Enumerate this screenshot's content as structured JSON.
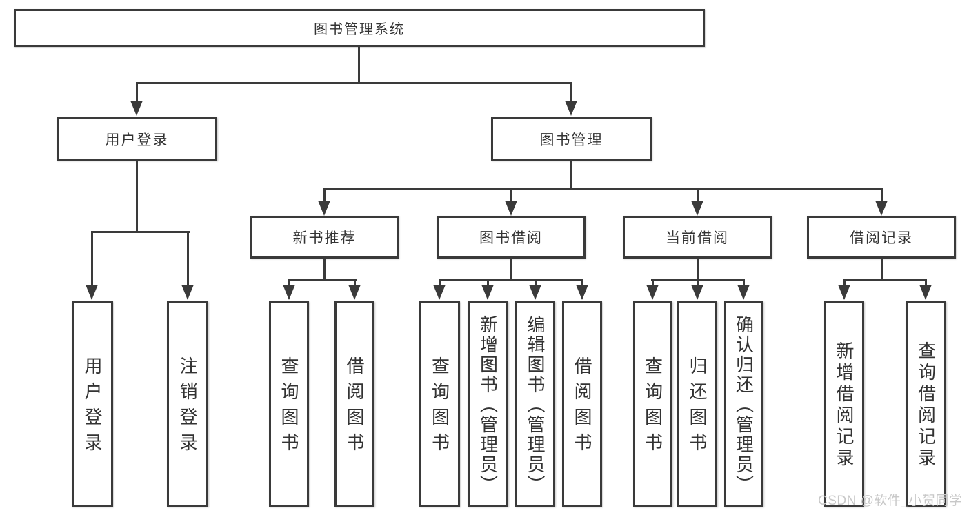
{
  "nodes": {
    "root": "图书管理系统",
    "user_login": "用户登录",
    "book_mgmt": "图书管理",
    "new_book": "新书推荐",
    "book_borrow": "图书借阅",
    "current_borrow": "当前借阅",
    "borrow_record": "借阅记录"
  },
  "leaves": {
    "user_login": [
      "用户登录",
      "注销登录"
    ],
    "new_book": [
      "查询图书",
      "借阅图书"
    ],
    "book_borrow": [
      "查询图书",
      "新增图书（管理员）",
      "编辑图书（管理员）",
      "借阅图书"
    ],
    "current_borrow": [
      "查询图书",
      "归还图书",
      "确认归还（管理员）"
    ],
    "borrow_record": [
      "新增借阅记录",
      "查询借阅记录"
    ]
  },
  "watermark": "CSDN @软件_小贺同学",
  "colors": {
    "line": "#3a3a3a",
    "text": "#333333",
    "watermark": "#c8c8c8",
    "background": "#ffffff"
  }
}
